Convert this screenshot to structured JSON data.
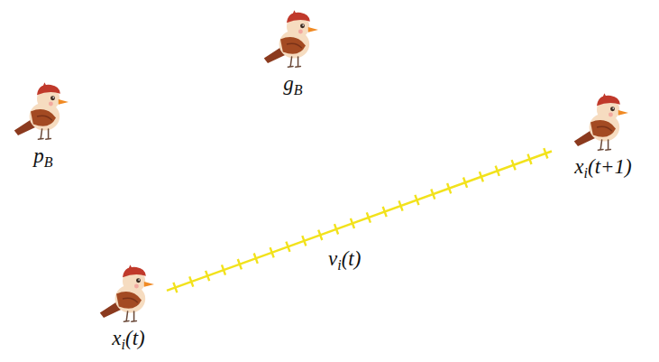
{
  "diagram": {
    "nodes": [
      {
        "text": [
          "gB"
        ]
      },
      {
        "text": [
          "pB"
        ]
      },
      {
        "text": [
          "xi(t+1)"
        ]
      },
      {
        "text": [
          "xi(t)"
        ]
      }
    ],
    "edges": [
      {
        "from": 3,
        "to": 2,
        "arrow": "none",
        "label": "vi(t)"
      }
    ]
  }
}
